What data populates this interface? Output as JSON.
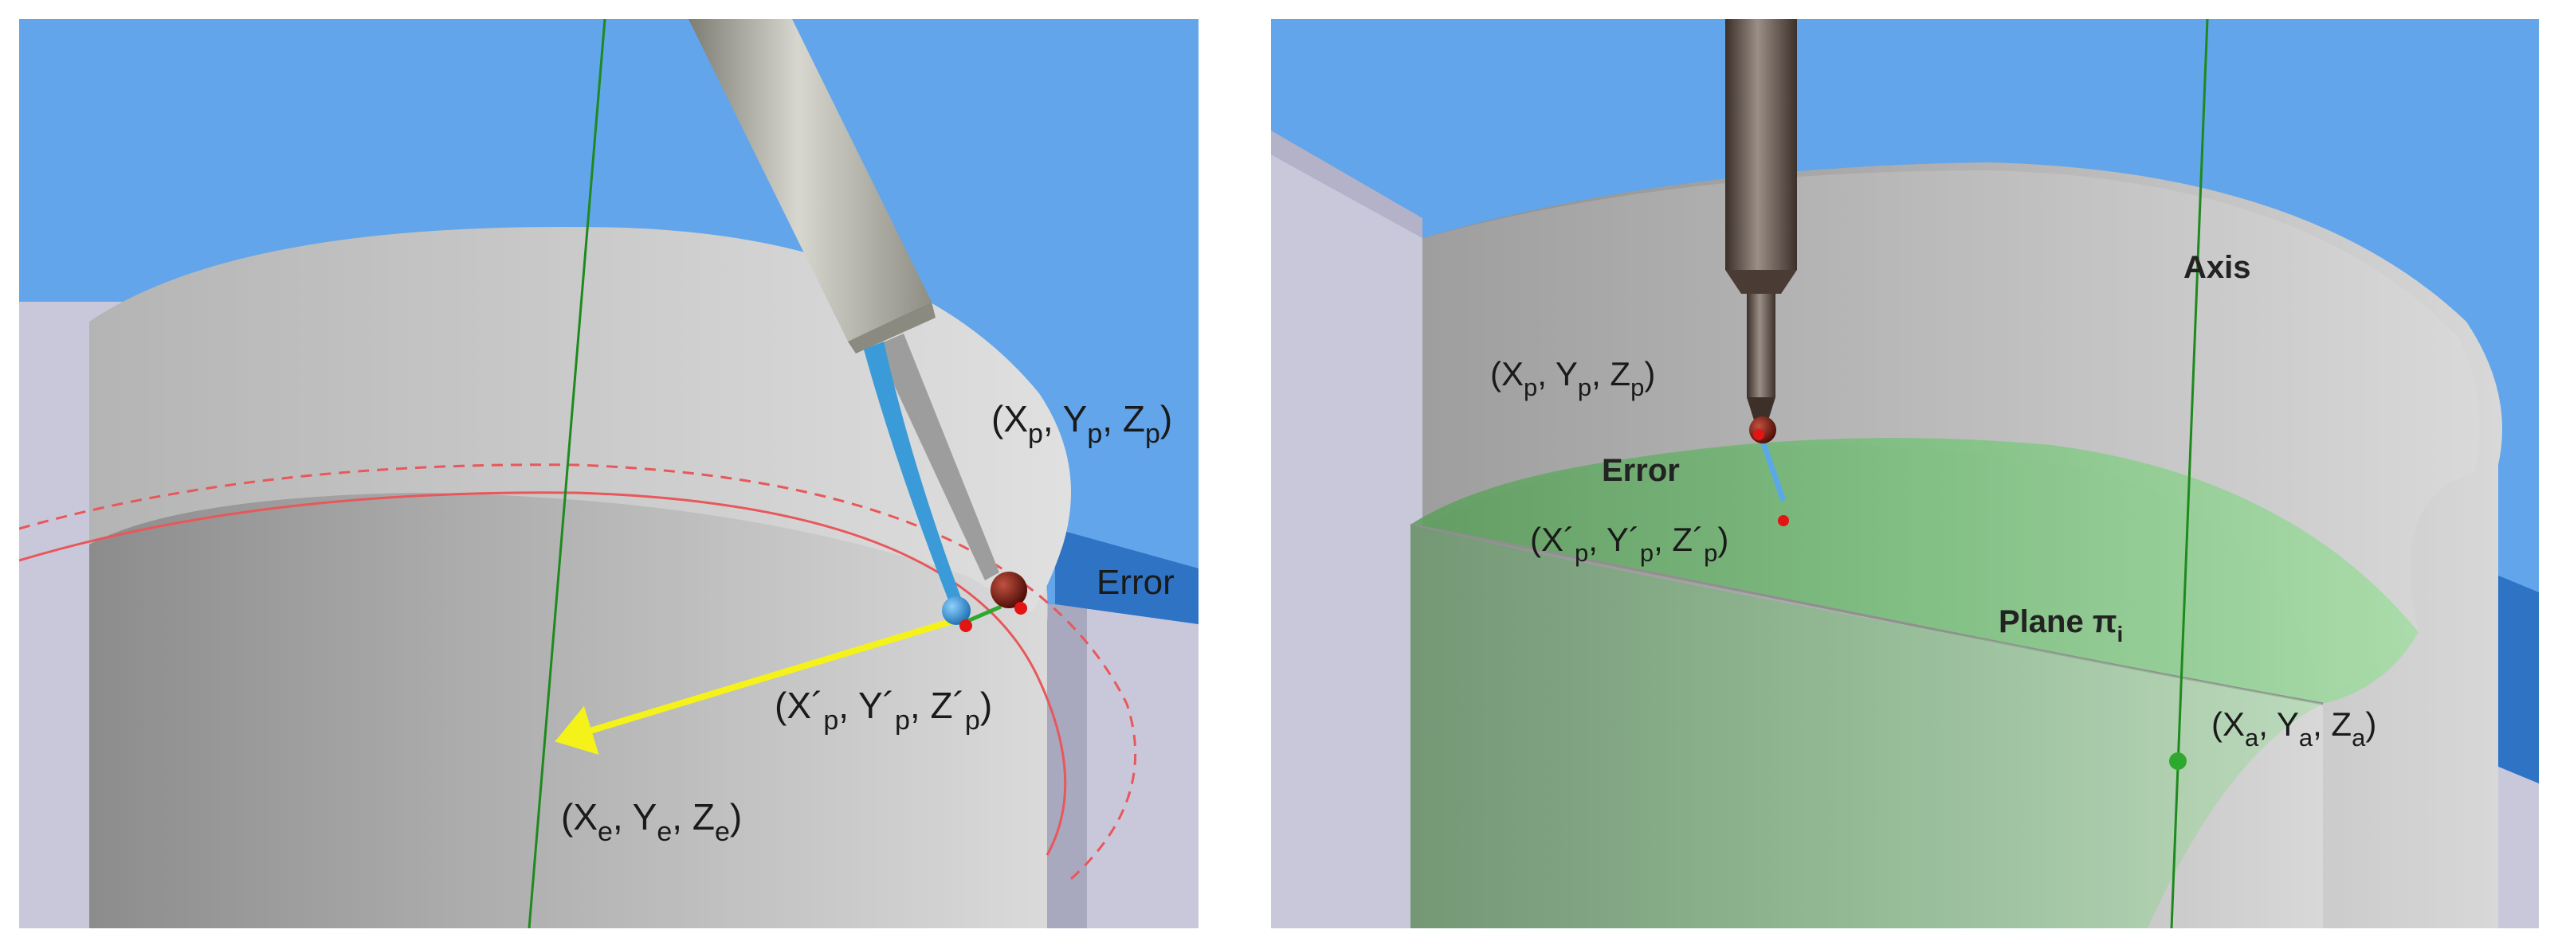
{
  "colors": {
    "sky": "#62a5ea",
    "cylinder_side": "#c6c6c6",
    "cylinder_top": "#d7d7d7",
    "block_left": "#c9c8da",
    "plane_green": "#7cc17f",
    "axis_line": "#1e8a1e",
    "error_circle": "#e8575a",
    "deviation_arrow": "#f5f21a",
    "probe_stylus": "#3b9ad8",
    "probe_ball_dark": "#7a1a10",
    "point_marker": "#e31414"
  },
  "left_panel": {
    "labels": {
      "measured_point": [
        "(X",
        "p",
        ", Y",
        "p",
        ", Z",
        "p",
        ")"
      ],
      "error": "Error",
      "corrected_point": [
        "(X´",
        "p",
        ", Y´",
        "p",
        ", Z´",
        "p",
        ")"
      ],
      "ellipse_point": [
        "(X",
        "e",
        ", Y",
        "e",
        ", Z",
        "e",
        ")"
      ]
    }
  },
  "right_panel": {
    "labels": {
      "axis": "Axis",
      "measured_point": [
        "(X",
        "p",
        ", Y",
        "p",
        ", Z",
        "p",
        ")"
      ],
      "error": "Error",
      "corrected_point": [
        "(X´",
        "p",
        ", Y´",
        "p",
        ", Z´",
        "p",
        ")"
      ],
      "plane": [
        "Plane π",
        "i"
      ],
      "axis_point": [
        "(X",
        "a",
        ", Y",
        "a",
        ", Z",
        "a",
        ")"
      ]
    }
  }
}
